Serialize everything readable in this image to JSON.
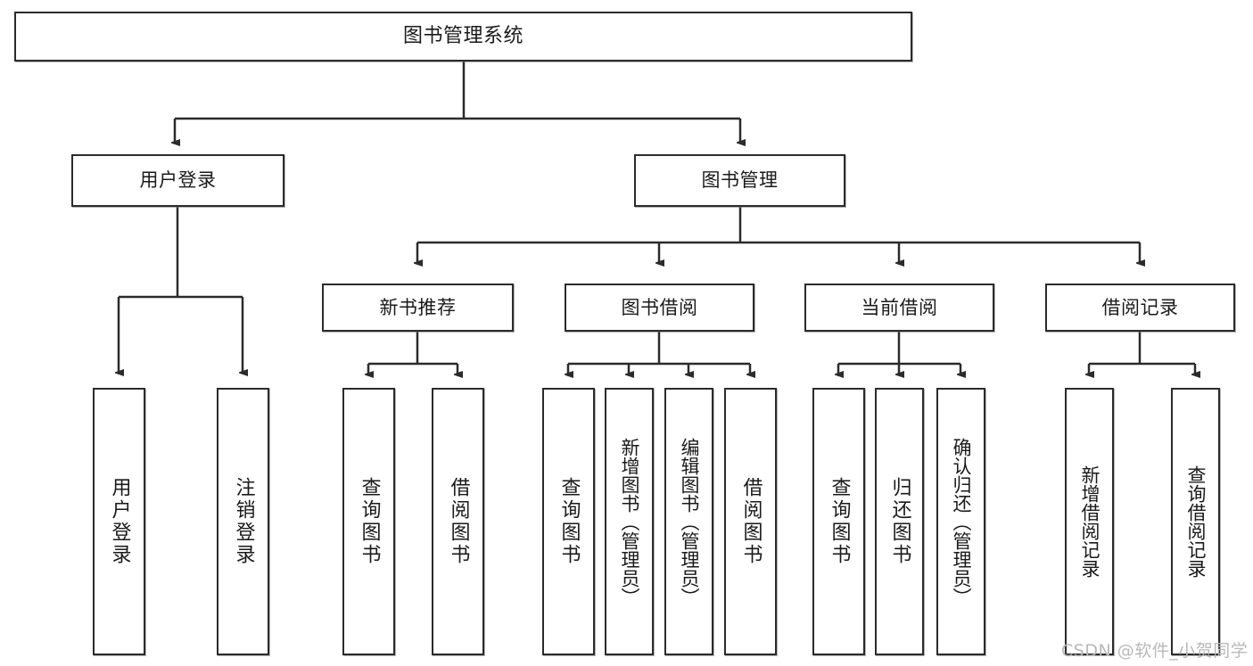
{
  "diagram": {
    "title": "图书管理系统",
    "type": "tree-hierarchy-diagram",
    "root": {
      "label": "图书管理系统"
    },
    "level2": [
      {
        "label": "用户登录"
      },
      {
        "label": "图书管理"
      }
    ],
    "level3": [
      {
        "label": "新书推荐"
      },
      {
        "label": "图书借阅"
      },
      {
        "label": "当前借阅"
      },
      {
        "label": "借阅记录"
      }
    ],
    "leaves": {
      "user_login": [
        {
          "label": "用户登录"
        },
        {
          "label": "注销登录"
        }
      ],
      "new_book_recommend": [
        {
          "label": "查询图书"
        },
        {
          "label": "借阅图书"
        }
      ],
      "book_borrow": [
        {
          "label": "查询图书"
        },
        {
          "label": "新增图书（管理员）"
        },
        {
          "label": "编辑图书（管理员）"
        },
        {
          "label": "借阅图书"
        }
      ],
      "current_borrow": [
        {
          "label": "查询图书"
        },
        {
          "label": "归还图书"
        },
        {
          "label": "确认归还（管理员）"
        }
      ],
      "borrow_record": [
        {
          "label": "新增借阅记录"
        },
        {
          "label": "查询借阅记录"
        }
      ]
    }
  },
  "watermark": {
    "text": "CSDN @软件_小贺同学"
  },
  "colors": {
    "stroke": "#2b2b2b",
    "fill": "#ffffff",
    "text": "#1a1a1a",
    "watermark": "#b9b9b9",
    "background": "#ffffff"
  }
}
